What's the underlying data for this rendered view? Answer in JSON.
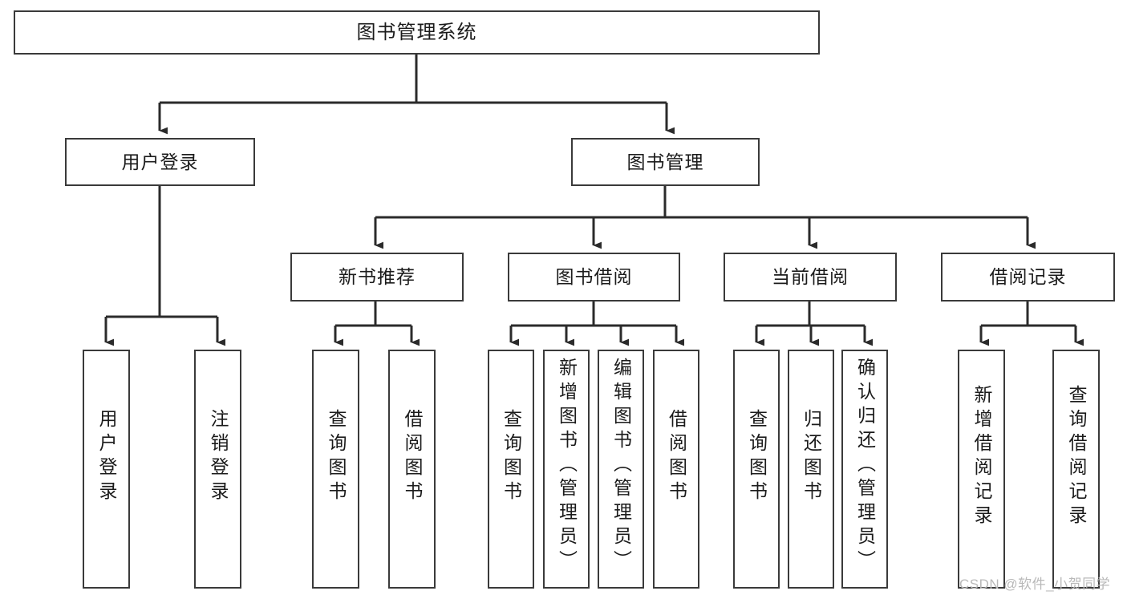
{
  "diagram": {
    "type": "tree-hierarchy-chart",
    "title": "图书管理系统",
    "orientation": "top-down",
    "colors": {
      "box_border": "#3a3a3a",
      "box_fill": "#ffffff",
      "edge": "#2b2b2b",
      "text": "#1b1b1b",
      "watermark": "#b9b9b9"
    },
    "nodes": {
      "root": {
        "label": "图书管理系统",
        "level": 1,
        "orientation": "horizontal"
      },
      "user_login": {
        "label": "用户登录",
        "level": 2,
        "orientation": "horizontal"
      },
      "book_manage": {
        "label": "图书管理",
        "level": 2,
        "orientation": "horizontal"
      },
      "new_book_rec": {
        "label": "新书推荐",
        "level": 3,
        "orientation": "horizontal"
      },
      "book_borrow": {
        "label": "图书借阅",
        "level": 3,
        "orientation": "horizontal"
      },
      "current_borrow": {
        "label": "当前借阅",
        "level": 3,
        "orientation": "horizontal"
      },
      "borrow_record": {
        "label": "借阅记录",
        "level": 3,
        "orientation": "horizontal"
      },
      "leaf_user_login": {
        "label": "用户登录",
        "level": 4,
        "orientation": "vertical"
      },
      "leaf_logout": {
        "label": "注销登录",
        "level": 4,
        "orientation": "vertical"
      },
      "leaf_query_book_1": {
        "label": "查询图书",
        "level": 4,
        "orientation": "vertical"
      },
      "leaf_borrow_book_1": {
        "label": "借阅图书",
        "level": 4,
        "orientation": "vertical"
      },
      "leaf_query_book_2": {
        "label": "查询图书",
        "level": 4,
        "orientation": "vertical"
      },
      "leaf_add_book": {
        "label": "新增图书（管理员）",
        "level": 4,
        "orientation": "vertical"
      },
      "leaf_edit_book": {
        "label": "编辑图书（管理员）",
        "level": 4,
        "orientation": "vertical"
      },
      "leaf_borrow_book_2": {
        "label": "借阅图书",
        "level": 4,
        "orientation": "vertical"
      },
      "leaf_query_book_3": {
        "label": "查询图书",
        "level": 4,
        "orientation": "vertical"
      },
      "leaf_return_book": {
        "label": "归还图书",
        "level": 4,
        "orientation": "vertical"
      },
      "leaf_confirm_return": {
        "label": "确认归还（管理员）",
        "level": 4,
        "orientation": "vertical"
      },
      "leaf_add_record": {
        "label": "新增借阅记录",
        "level": 4,
        "orientation": "vertical"
      },
      "leaf_query_record": {
        "label": "查询借阅记录",
        "level": 4,
        "orientation": "vertical"
      }
    },
    "edges": [
      {
        "from": "root",
        "to": "user_login"
      },
      {
        "from": "root",
        "to": "book_manage"
      },
      {
        "from": "book_manage",
        "to": "new_book_rec"
      },
      {
        "from": "book_manage",
        "to": "book_borrow"
      },
      {
        "from": "book_manage",
        "to": "current_borrow"
      },
      {
        "from": "book_manage",
        "to": "borrow_record"
      },
      {
        "from": "user_login",
        "to": "leaf_user_login"
      },
      {
        "from": "user_login",
        "to": "leaf_logout"
      },
      {
        "from": "new_book_rec",
        "to": "leaf_query_book_1"
      },
      {
        "from": "new_book_rec",
        "to": "leaf_borrow_book_1"
      },
      {
        "from": "book_borrow",
        "to": "leaf_query_book_2"
      },
      {
        "from": "book_borrow",
        "to": "leaf_add_book"
      },
      {
        "from": "book_borrow",
        "to": "leaf_edit_book"
      },
      {
        "from": "book_borrow",
        "to": "leaf_borrow_book_2"
      },
      {
        "from": "current_borrow",
        "to": "leaf_query_book_3"
      },
      {
        "from": "current_borrow",
        "to": "leaf_return_book"
      },
      {
        "from": "current_borrow",
        "to": "leaf_confirm_return"
      },
      {
        "from": "borrow_record",
        "to": "leaf_add_record"
      },
      {
        "from": "borrow_record",
        "to": "leaf_query_record"
      }
    ]
  },
  "watermark": {
    "text": "CSDN @软件_小贺同学"
  }
}
